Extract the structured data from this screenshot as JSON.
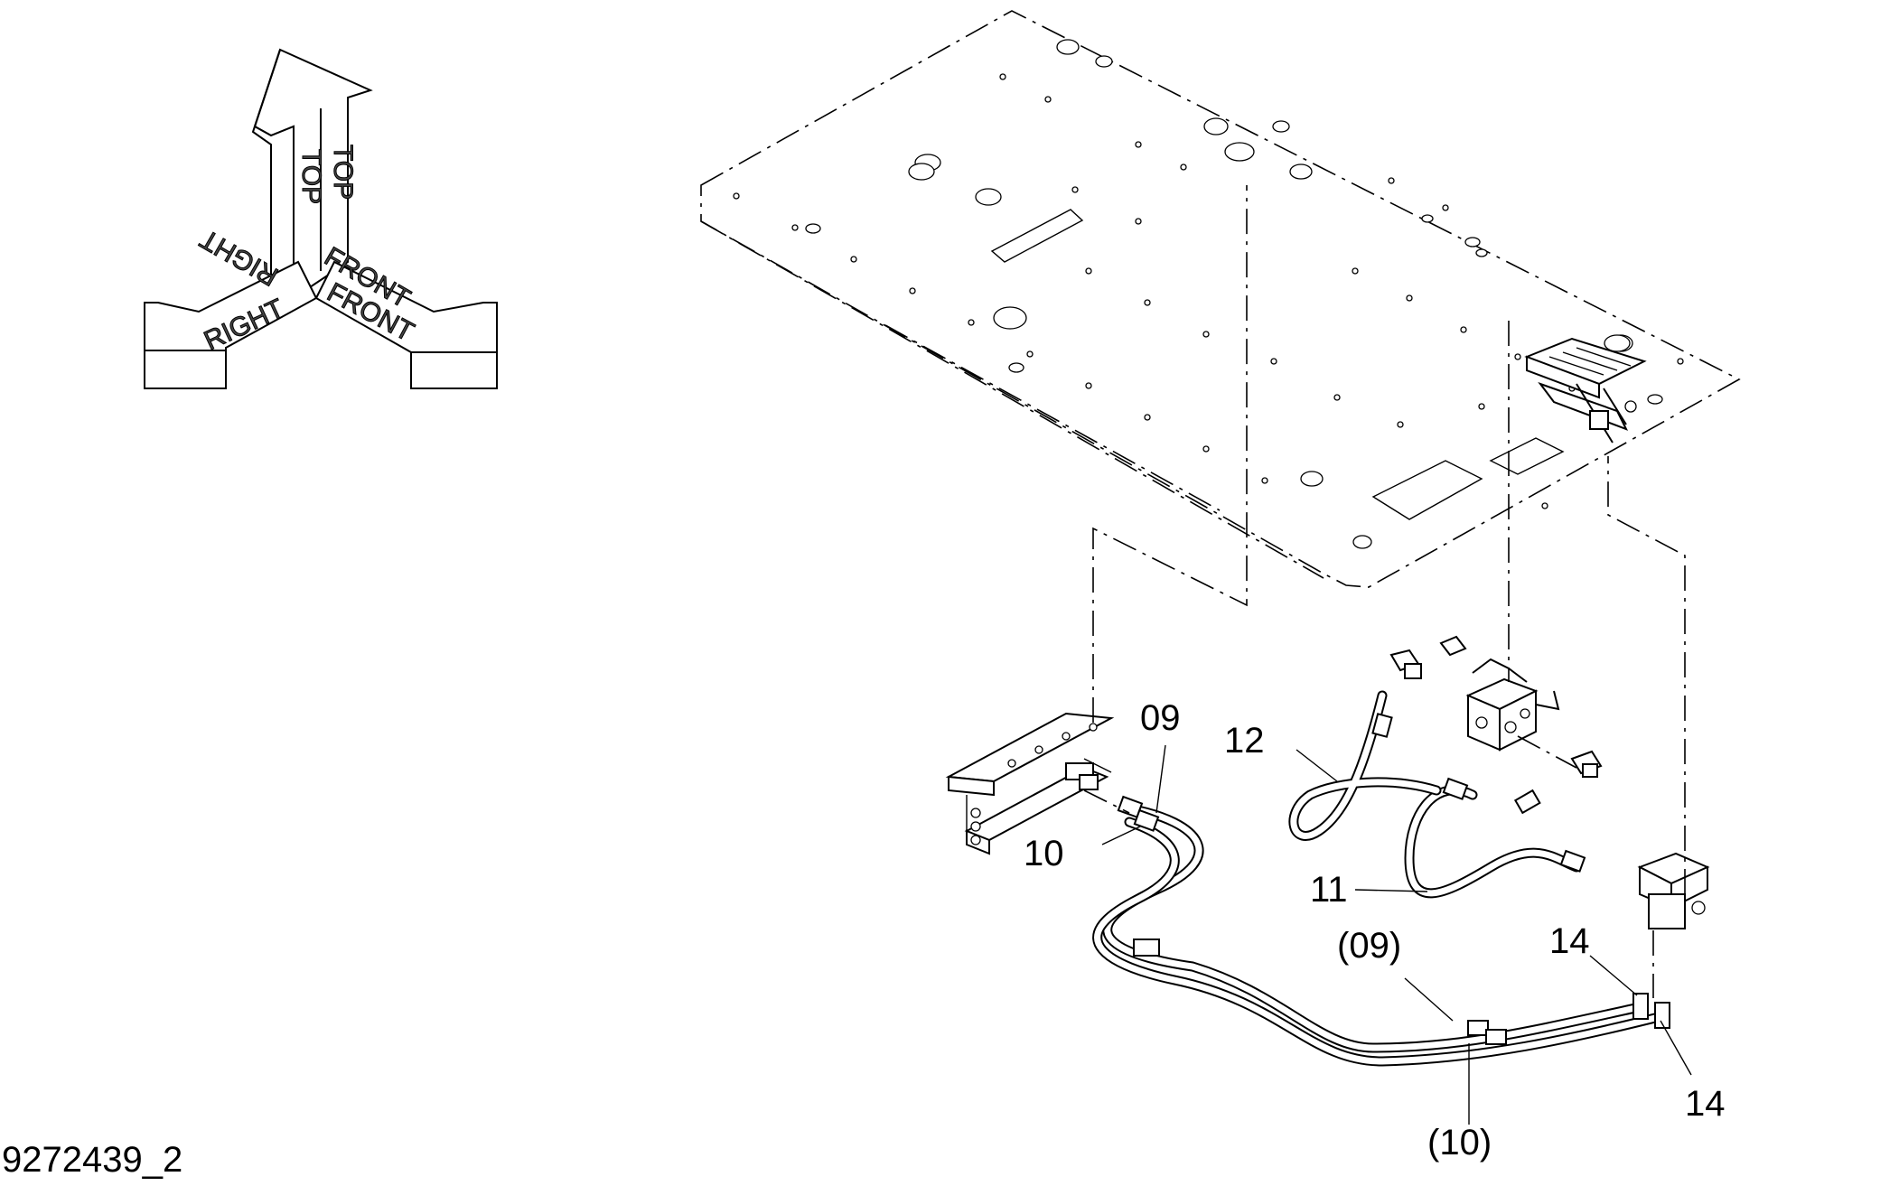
{
  "orientation": {
    "top": "TOP",
    "right": "RIGHT",
    "front": "FRONT"
  },
  "callouts": {
    "c09": "09",
    "c10": "10",
    "c11": "11",
    "c12": "12",
    "c14_upper": "14",
    "c14_lower": "14",
    "c09_ref": "(09)",
    "c10_ref": "(10)"
  },
  "figure_id": "9272439_2"
}
